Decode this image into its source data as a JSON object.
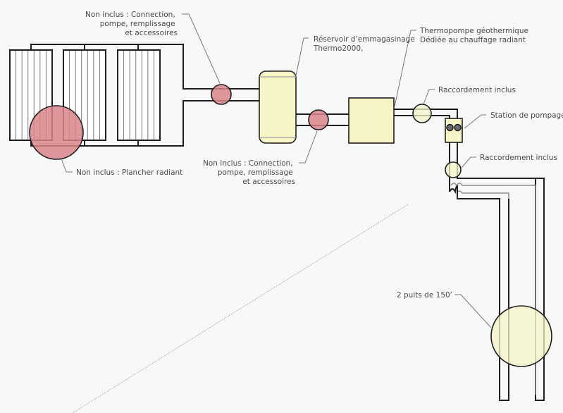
{
  "diagram": {
    "title": "Geothermal radiant heating schematic",
    "colors": {
      "background": "#f8f8f8",
      "not_included": "#d9858a",
      "included": "#f7f5c8",
      "line": "#1e1e1e",
      "label_text": "#4a4a4a"
    },
    "components": {
      "radiant_floor": {
        "included": false
      },
      "distribution_pump": {
        "included": false
      },
      "storage_tank": {
        "included": true
      },
      "tank_pump": {
        "included": false
      },
      "heat_pump": {
        "included": true
      },
      "coupling_top": {
        "included": true
      },
      "pump_station": {
        "included": true
      },
      "coupling_bottom": {
        "included": true
      },
      "wells": {
        "included": true,
        "count": 2,
        "depth": "150'"
      }
    },
    "labels": {
      "distribution_pump": [
        "Non inclus : Connection,",
        "pompe, remplissage",
        "et accessoires"
      ],
      "radiant_floor": [
        "Non inclus : Plancher radiant"
      ],
      "storage_tank": [
        "Réservoir d’emmagasinage",
        "Thermo2000,"
      ],
      "tank_pump": [
        "Non inclus : Connection,",
        "pompe, remplissage",
        "et accessoires"
      ],
      "heat_pump": [
        "Thermopompe géothermique",
        "Dédiée au chauffage radiant"
      ],
      "coupling_top": [
        "Raccordement inclus"
      ],
      "pump_station": [
        "Station de pompage"
      ],
      "coupling_bottom": [
        "Raccordement inclus"
      ],
      "wells": [
        "2 puits de 150’"
      ]
    }
  }
}
